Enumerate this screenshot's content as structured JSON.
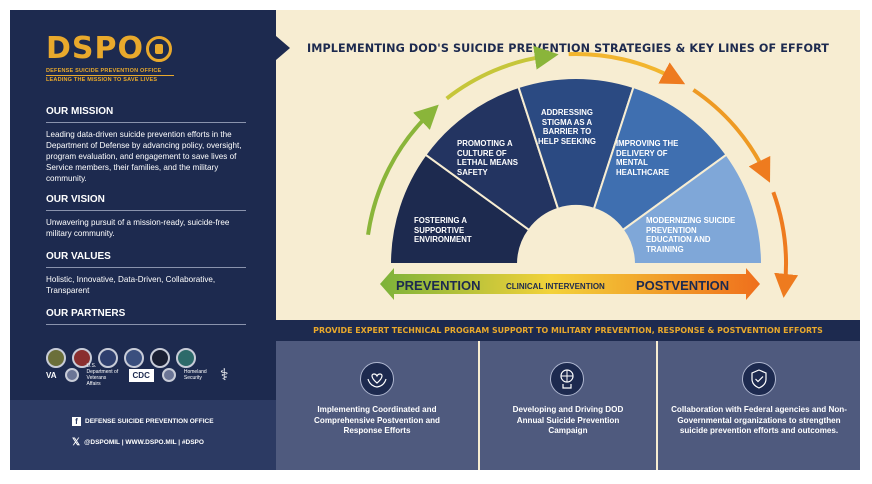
{
  "brand": {
    "logo_text": "DSPO",
    "logo_sub1": "DEFENSE SUICIDE PREVENTION OFFICE",
    "logo_sub2": "LEADING THE MISSION TO SAVE LIVES"
  },
  "mission": {
    "heading": "OUR MISSION",
    "text": "Leading data-driven suicide prevention efforts in the Department of Defense by advancing policy, oversight, program evaluation, and engagement to save lives of Service members, their families, and the military community."
  },
  "vision": {
    "heading": "OUR VISION",
    "text": "Unwavering pursuit of a mission-ready, suicide-free military community."
  },
  "values": {
    "heading": "OUR VALUES",
    "text": "Holistic, Innovative, Data-Driven, Collaborative, Transparent"
  },
  "partners": {
    "heading": "OUR PARTNERS",
    "va": "VA",
    "dol": "U.S. Department of Veterans Affairs",
    "cdc": "CDC",
    "dhs": "Homeland Security"
  },
  "footer": {
    "facebook": "DEFENSE SUICIDE PREVENTION OFFICE",
    "x_line": "@DSPOMIL  |  WWW.DSPO.MIL  |  #DSPO"
  },
  "diagram": {
    "title": "IMPLEMENTING DOD'S SUICIDE PREVENTION STRATEGIES & KEY LINES OF EFFORT",
    "segments": [
      "FOSTERING A SUPPORTIVE ENVIRONMENT",
      "PROMOTING A CULTURE OF LETHAL MEANS SAFETY",
      "ADDRESSING STIGMA AS A BARRIER TO HELP SEEKING",
      "IMPROVING THE DELIVERY OF MENTAL HEALTHCARE",
      "MODERNIZING SUICIDE PREVENTION EDUCATION AND TRAINING"
    ],
    "segment_colors": [
      "#1d2a4f",
      "#233461",
      "#2b4a82",
      "#3f6fb0",
      "#7fa7d8"
    ],
    "prevention": "PREVENTION",
    "clinical": "CLINICAL INTERVENTION",
    "postvention": "POSTVENTION"
  },
  "band": {
    "text": "PROVIDE EXPERT TECHNICAL PROGRAM SUPPORT TO MILITARY PREVENTION, RESPONSE & POSTVENTION EFFORTS"
  },
  "cards": [
    {
      "icon": "hands-heart-icon",
      "text": "Implementing Coordinated and Comprehensive Postvention and Response Efforts"
    },
    {
      "icon": "globe-megaphone-icon",
      "text": "Developing and Driving DOD Annual Suicide Prevention Campaign"
    },
    {
      "icon": "shield-check-icon",
      "text": "Collaboration with Federal agencies and Non-Governmental organizations to strengthen suicide prevention efforts and outcomes."
    }
  ]
}
